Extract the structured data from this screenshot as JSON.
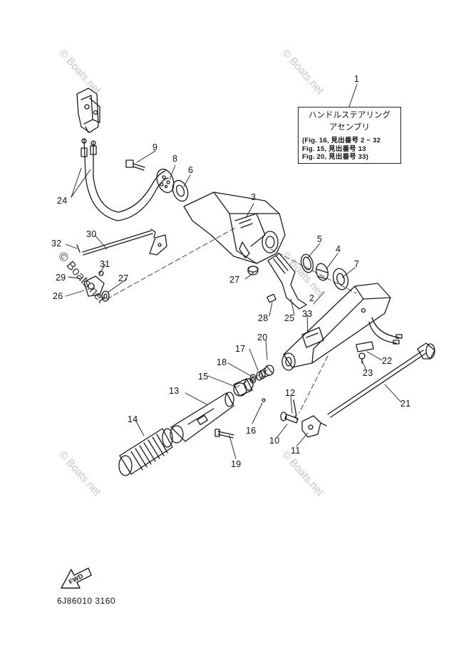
{
  "note_box": {
    "title_line1": "ハンドルステアリング",
    "title_line2": "アセンブリ",
    "refs": [
      "(Fig. 16, 見出番号 2 ~ 32",
      "Fig. 15, 見出番号 13",
      "Fig. 20, 見出番号 33)"
    ]
  },
  "callouts": {
    "p1": "1",
    "p2": "2",
    "p3": "3",
    "p4": "4",
    "p5": "5",
    "p6": "6",
    "p7": "7",
    "p8": "8",
    "p9": "9",
    "p10": "10",
    "p11": "11",
    "p12": "12",
    "p13": "13",
    "p14": "14",
    "p15": "15",
    "p16": "16",
    "p17": "17",
    "p18": "18",
    "p19": "19",
    "p20": "20",
    "p21": "21",
    "p22": "22",
    "p23": "23",
    "p24": "24",
    "p25": "25",
    "p26": "26",
    "p27": "27",
    "p28": "28",
    "p29": "29",
    "p30": "30",
    "p31": "31",
    "p32": "32",
    "p33": "33"
  },
  "fwd_label": "FWD",
  "footer_code": "6J86010 3160",
  "watermark_text": "© Boats.net"
}
